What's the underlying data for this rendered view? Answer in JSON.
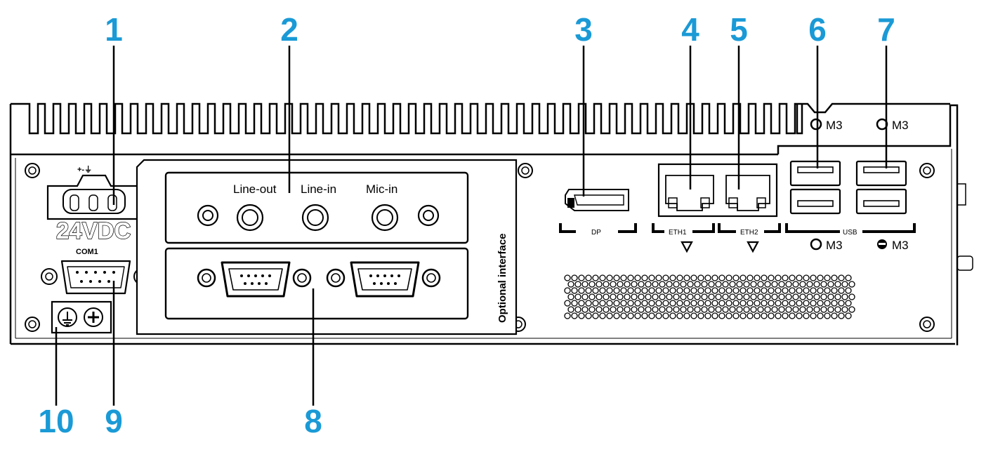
{
  "callouts": [
    "1",
    "2",
    "3",
    "4",
    "5",
    "6",
    "7",
    "8",
    "9",
    "10"
  ],
  "colors": {
    "callout": "#1a9ad6",
    "line": "#000000",
    "panel": "#ffffff"
  },
  "labels": {
    "power": "24VDC",
    "power_polarity": "+-⏚",
    "com": "COM1",
    "line_out": "Line-out",
    "line_in": "Line-in",
    "mic_in": "Mic-in",
    "optional": "Optional interface",
    "dp": "DP",
    "eth1": "ETH1",
    "eth2": "ETH2",
    "usb": "USB",
    "m3": "M3"
  }
}
